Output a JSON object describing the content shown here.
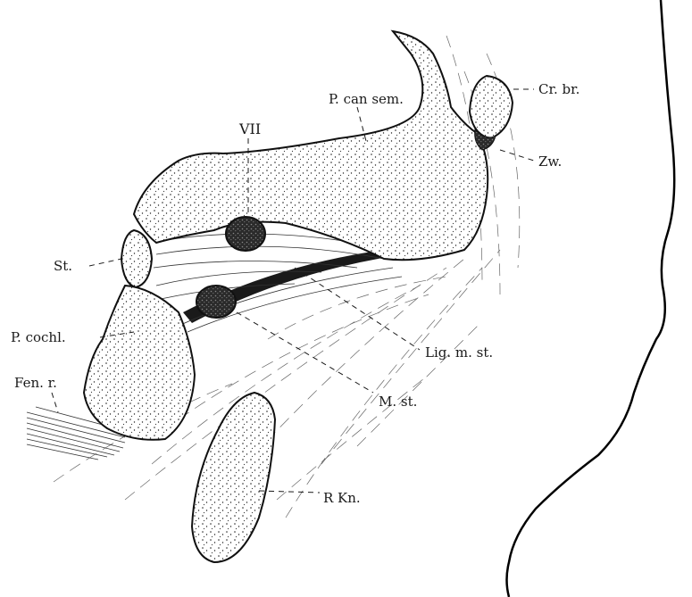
{
  "labels": {
    "p_can_sem": "P. can sem.",
    "vii": "VII",
    "cr_br": "Cr. br.",
    "zw": "Zw.",
    "st": "St.",
    "p_cochl": "P. cochl.",
    "fen_r": "Fen. r.",
    "lig_m_st": "Lig. m. st.",
    "m_st": "M. st.",
    "r_kn": "R Kn."
  }
}
